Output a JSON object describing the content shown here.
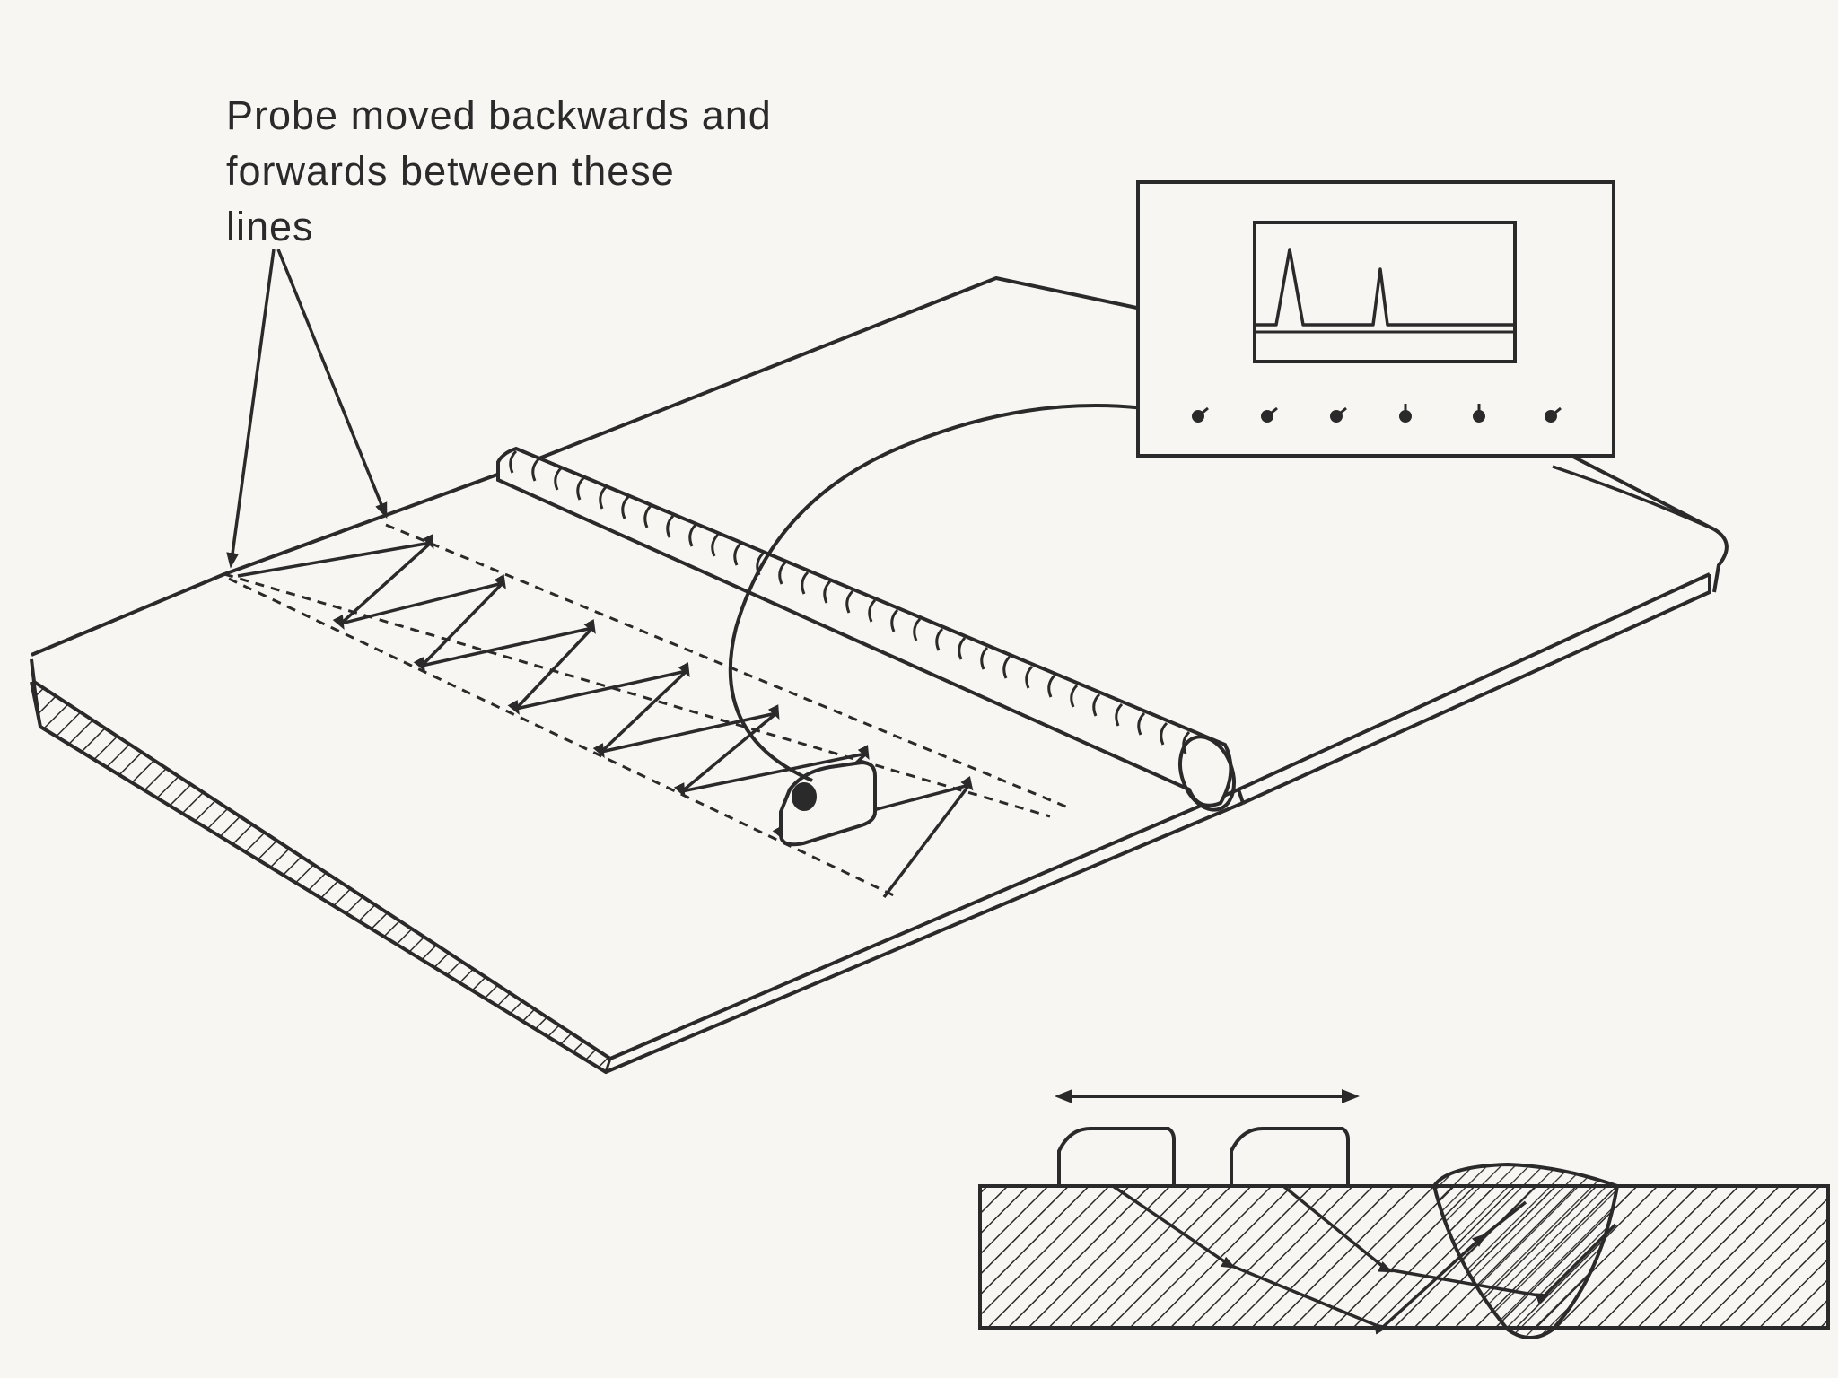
{
  "annotation": {
    "lines": [
      "Probe moved backwards and",
      "forwards between these",
      "lines"
    ]
  },
  "colors": {
    "ink": "#2a2a2a",
    "paper": "#f8f6f3"
  },
  "flaw_detector": {
    "trace": "two-echo-peaks",
    "knob_count": 6
  },
  "icons": {
    "probe": "angle-probe-icon",
    "knob": "control-knob-icon",
    "arrow": "double-headed-arrow-icon"
  }
}
